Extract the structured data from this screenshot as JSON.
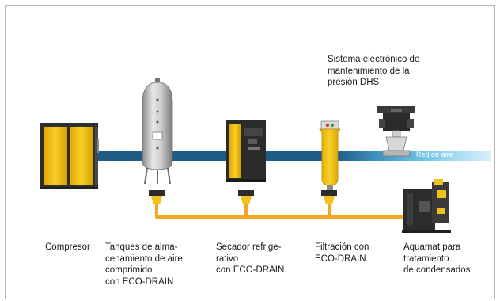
{
  "colors": {
    "air_pipe": "#1f5c85",
    "air_pipe_light": "#6fc6e8",
    "condensate": "#f5a623",
    "kaeser_yellow": "#f2c21b",
    "dark": "#2b2b2b"
  },
  "labels": {
    "dhs": "Sistema electrónico de\nmantenimiento de la\npresión DHS",
    "network": "Red de aire\ncomprimido",
    "compressor": "Compresor",
    "tanks": "Tanques de alma-\ncenamiento de aire\ncomprimido\ncon ECO-DRAIN",
    "dryer": "Secador refrige-\nrativo\ncon ECO-DRAIN",
    "filter": "Filtración con\nECO-DRAIN",
    "aquamat": "Aquamat para\ntratamiento\nde condensados"
  }
}
